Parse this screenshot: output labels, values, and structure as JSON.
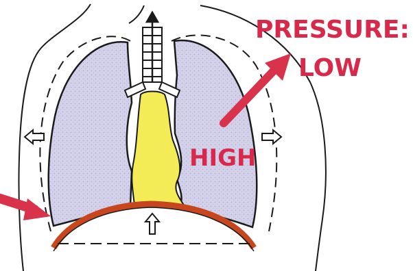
{
  "labels": {
    "pressure": "PRESSURE:",
    "low": "LOW",
    "high": "HIGH"
  },
  "colors": {
    "label_text": "#d8294a",
    "arrow": "#d8334a",
    "lung_fill": "#d3d0ea",
    "airway_fill": "#f3ec57",
    "diaphragm": "#c8461e",
    "outline": "#1a1a1a"
  }
}
